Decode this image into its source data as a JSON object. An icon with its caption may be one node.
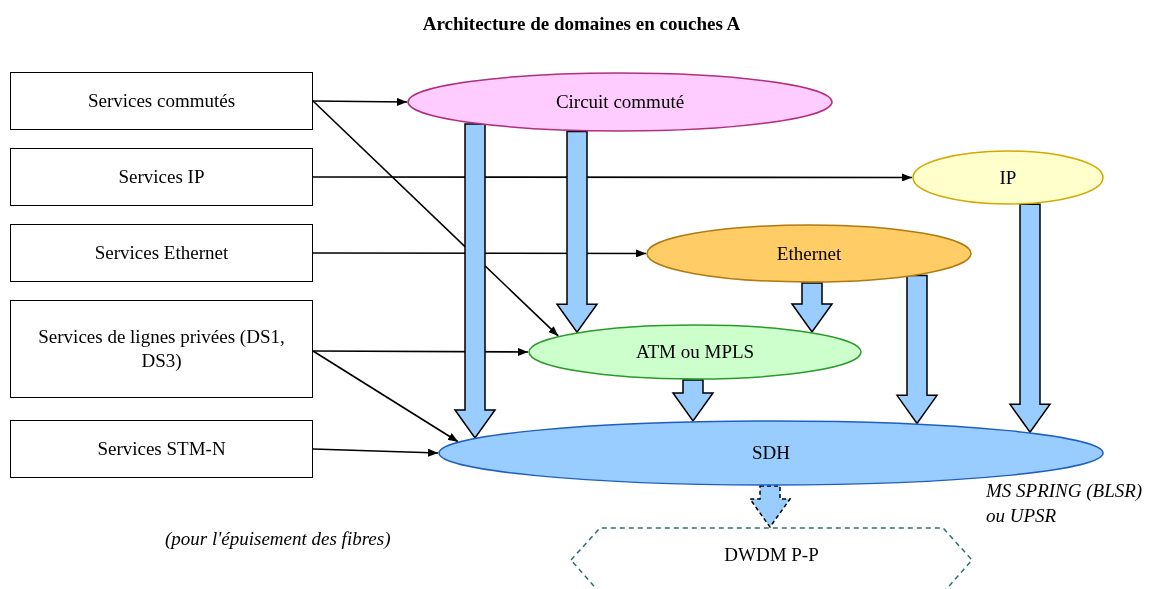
{
  "diagram": {
    "title": "Architecture de domaines en couches A",
    "nodes": [
      {
        "text": [
          "Services commutés"
        ]
      },
      {
        "text": [
          "Services IP"
        ]
      },
      {
        "text": [
          "Services Ethernet"
        ]
      },
      {
        "text": [
          "Services de lignes privées (DS1, DS3)"
        ]
      },
      {
        "text": [
          "Services STM-N"
        ]
      },
      {
        "text": [
          "Circuit commuté"
        ]
      },
      {
        "text": [
          "IP"
        ]
      },
      {
        "text": [
          "Ethernet"
        ]
      },
      {
        "text": [
          "ATM ou MPLS"
        ]
      },
      {
        "text": [
          "SDH"
        ]
      },
      {
        "text": [
          "DWDM P-P"
        ]
      }
    ],
    "edges": [
      {
        "from": 0,
        "to": 5,
        "arrow": "to"
      },
      {
        "from": 0,
        "to": 8,
        "arrow": "to"
      },
      {
        "from": 1,
        "to": 6,
        "arrow": "to"
      },
      {
        "from": 2,
        "to": 7,
        "arrow": "to"
      },
      {
        "from": 3,
        "to": 8,
        "arrow": "to"
      },
      {
        "from": 3,
        "to": 9,
        "arrow": "to"
      },
      {
        "from": 4,
        "to": 9,
        "arrow": "to"
      },
      {
        "from": 5,
        "to": 9,
        "arrow": "to",
        "style": "thick",
        "color": "#99ccff"
      },
      {
        "from": 5,
        "to": 8,
        "arrow": "to",
        "style": "thick",
        "color": "#99ccff"
      },
      {
        "from": 7,
        "to": 8,
        "arrow": "to",
        "style": "thick",
        "color": "#99ccff"
      },
      {
        "from": 7,
        "to": 9,
        "arrow": "to",
        "style": "thick",
        "color": "#99ccff"
      },
      {
        "from": 6,
        "to": 9,
        "arrow": "to",
        "style": "thick",
        "color": "#99ccff"
      },
      {
        "from": 8,
        "to": 9,
        "arrow": "to",
        "style": "thick",
        "color": "#99ccff"
      },
      {
        "from": 9,
        "to": 10,
        "arrow": "to",
        "style": "dashed",
        "color": "#99ccff"
      }
    ],
    "labels": [
      "MS SPRING (BLSR) ou UPSR",
      "(pour l'épuisement des fibres)"
    ]
  }
}
